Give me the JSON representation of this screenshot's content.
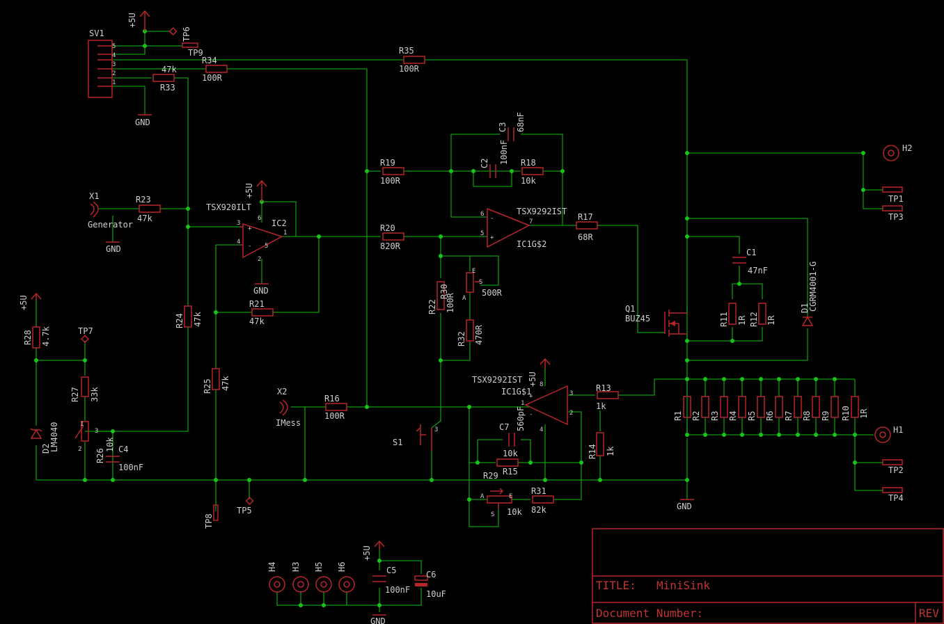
{
  "title_block": {
    "title_label": "TITLE:",
    "title_value": "MiniSink",
    "docnum_label": "Document Number:",
    "rev_label": "REV"
  },
  "connector": {
    "name": "SV1",
    "pins": [
      "5",
      "4",
      "3",
      "2",
      "1"
    ]
  },
  "power": {
    "vcc": "+5U",
    "gnd": "GND"
  },
  "ic_labels": {
    "ic2_part": "TSX920ILT",
    "ic2_name": "IC2",
    "ic1b_part": "TSX9292IST",
    "ic1b_name": "IC1G$2",
    "ic1a_part": "TSX9292IST",
    "ic1a_name": "IC1G$1"
  },
  "inputs": {
    "x1_name": "X1",
    "x1_label": "Generator",
    "x2_name": "X2",
    "x2_label": "IMess"
  },
  "components": {
    "R35": "R35",
    "R35v": "100R",
    "R34": "R34",
    "R34v": "100R",
    "R33": "R33",
    "R33v": "47k",
    "R19": "R19",
    "R19v": "100R",
    "R18": "R18",
    "R18v": "10k",
    "C2": "C2",
    "C2v": "100nF",
    "C3": "C3",
    "C3v": "68nF",
    "R23": "R23",
    "R23v": "47k",
    "R20": "R20",
    "R20v": "820R",
    "R17": "R17",
    "R17v": "68R",
    "R21": "R21",
    "R21v": "47k",
    "R24": "R24",
    "R24v": "47k",
    "R25": "R25",
    "R25v": "47k",
    "R22": "R22",
    "R22v": "100R",
    "R30": "R30",
    "R30v": "500R",
    "R32": "R32",
    "R32v": "470R",
    "R16": "R16",
    "R16v": "100R",
    "R13": "R13",
    "R13v": "1k",
    "R14": "R14",
    "R14v": "1k",
    "R15": "R15",
    "R15v": "10k",
    "C7": "C7",
    "C7v": "560pF",
    "R29": "R29",
    "R29v": "10k",
    "R31": "R31",
    "R31v": "82k",
    "R28": "R28",
    "R28v": "4.7k",
    "R27": "R27",
    "R27v": "33k",
    "R26": "R26",
    "R26v": "10k",
    "C4": "C4",
    "C4v": "100nF",
    "D2": "D2",
    "D2v": "LM4040",
    "C1": "C1",
    "C1v": "47nF",
    "R11": "R11",
    "R11v": "1R",
    "R12": "R12",
    "R12v": "1R",
    "D1": "D1",
    "D1v": "CGRM4001-G",
    "Q1": "Q1",
    "Q1v": "BUZ45",
    "C5": "C5",
    "C5v": "100nF",
    "C6": "C6",
    "C6v": "10uF",
    "S1": "S1"
  },
  "load_resistors": [
    "R1",
    "R2",
    "R3",
    "R4",
    "R5",
    "R6",
    "R7",
    "R8",
    "R9",
    "R10"
  ],
  "load_value": "1R",
  "testpoints": {
    "TP1": "TP1",
    "TP2": "TP2",
    "TP3": "TP3",
    "TP4": "TP4",
    "TP5": "TP5",
    "TP6": "TP6",
    "TP7": "TP7",
    "TP8": "TP8",
    "TP9": "TP9"
  },
  "holes": {
    "H1": "H1",
    "H2": "H2",
    "H3": "H3",
    "H4": "H4",
    "H5": "H5",
    "H6": "H6"
  },
  "pot_pins": {
    "a": "A",
    "e": "E",
    "s": "S"
  }
}
